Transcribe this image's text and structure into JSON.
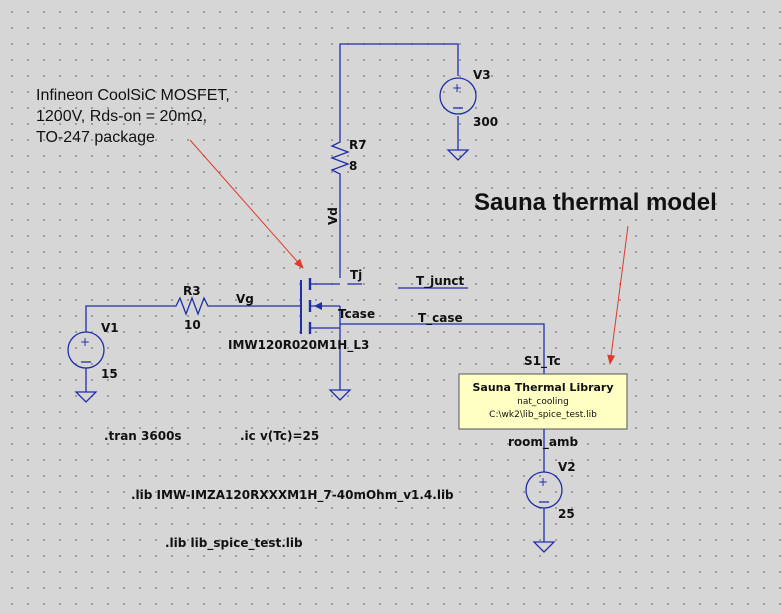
{
  "annotations": {
    "mosfet_note": [
      "Infineon CoolSiC MOSFET,",
      "1200V, Rds-on = 20mΩ,",
      "TO-247 package"
    ],
    "thermal_title": "Sauna thermal model"
  },
  "components": {
    "V3": {
      "name": "V3",
      "value": "300"
    },
    "R7": {
      "name": "R7",
      "value": "8"
    },
    "R3": {
      "name": "R3",
      "value": "10"
    },
    "V1": {
      "name": "V1",
      "value": "15"
    },
    "V2": {
      "name": "V2",
      "value": "25"
    },
    "M1": {
      "name": "IMW120R020M1H_L3"
    }
  },
  "nets": {
    "vd": "Vd",
    "vg": "Vg",
    "tj": "Tj",
    "tcase": "Tcase",
    "t_junct": "T_junct",
    "t_case": "T_case",
    "s1_tc": "S1_Tc",
    "room_amb": "room_amb"
  },
  "library_block": {
    "title": "Sauna Thermal Library",
    "model": "nat_cooling",
    "path": "C:\\wk2\\lib_spice_test.lib",
    "fill": "#ffffc4"
  },
  "directives": {
    "tran": ".tran 3600s",
    "ic": ".ic v(Tc)=25",
    "lib1": ".lib IMW-IMZA120RXXXM1H_7-40mOhm_v1.4.lib",
    "lib2": ".lib lib_spice_test.lib"
  },
  "colors": {
    "wire": "#1f2fa8",
    "arrow": "#e03a2a",
    "background": "#d6d6d6"
  }
}
